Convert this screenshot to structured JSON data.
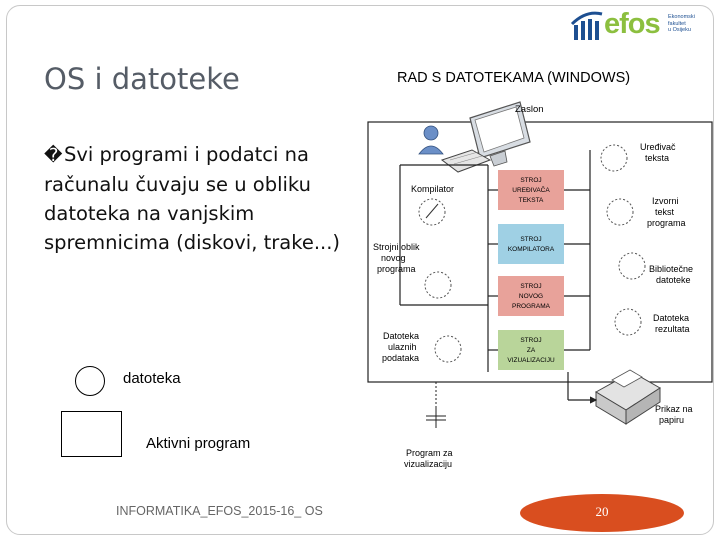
{
  "logo": {
    "text": "efos",
    "institution": [
      "Ekonomski fakultet",
      "u Osijeku"
    ],
    "brand_color": "#8cbf3f",
    "mark_color": "#1d4f91"
  },
  "slide": {
    "title": "OS i datoteke",
    "bullet_glyph": "�",
    "bullet_text": "Svi programi i podatci na računalu čuvaju se u obliku datoteka na vanjskim spremnicima (diskovi, trake...)"
  },
  "legend": {
    "file_label": "datoteka",
    "program_label": "Aktivni program"
  },
  "diagram": {
    "title": "RAD S DATOTEKAMA (WINDOWS)",
    "screen_label": "Zaslon",
    "compiler_label": [
      "Kompilator"
    ],
    "machine_code_label": [
      "Strojni oblik",
      "novog",
      "programa"
    ],
    "input_data_label": [
      "Datoteka",
      "ulaznih",
      "podataka"
    ],
    "viz_program_label": [
      "Program za",
      "vizualizaciju"
    ],
    "editor_label": [
      "Uređivač",
      "teksta"
    ],
    "source_label": [
      "Izvorni",
      "tekst",
      "programa"
    ],
    "library_label": [
      "Bibliotečne",
      "datoteke"
    ],
    "results_label": [
      "Datoteka",
      "rezultata"
    ],
    "print_label": [
      "Prikaz na",
      "papiru"
    ],
    "boxes": [
      {
        "lines": [
          "STROJ",
          "UREĐIVAČA",
          "TEKSTA"
        ],
        "color": "#e8a29a"
      },
      {
        "lines": [
          "STROJ",
          "KOMPILATORA"
        ],
        "color": "#9fd0e4"
      },
      {
        "lines": [
          "STROJ",
          "NOVOG",
          "PROGRAMA"
        ],
        "color": "#e8a29a"
      },
      {
        "lines": [
          "STROJ",
          "ZA",
          "VIZUALIZACIJU"
        ],
        "color": "#b9d59a"
      }
    ]
  },
  "footer": {
    "text": "INFORMATIKA_EFOS_2015-16_ OS",
    "page": "20",
    "badge_color": "#d94e1f"
  }
}
